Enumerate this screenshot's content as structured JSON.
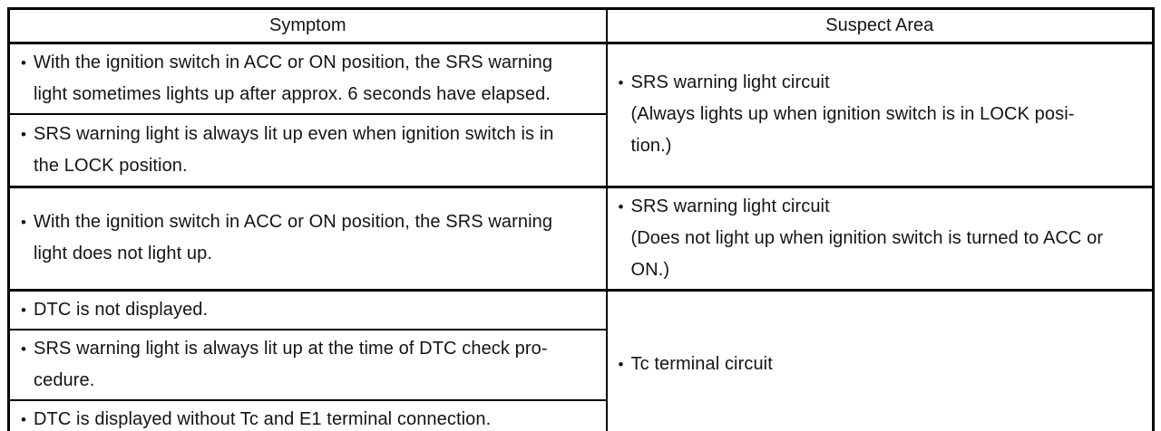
{
  "table": {
    "bullet": "•",
    "headers": {
      "symptom": "Symptom",
      "suspect_area": "Suspect Area"
    },
    "groups": [
      {
        "symptoms": [
          "With the ignition switch in ACC or ON position, the SRS warning\nlight sometimes lights up after approx. 6 seconds have elapsed.",
          "SRS warning light is always lit up even when ignition switch is in\nthe LOCK position."
        ],
        "suspect": "SRS warning light circuit\n(Always lights up when ignition switch is in LOCK posi-\ntion.)"
      },
      {
        "symptoms": [
          "With the ignition switch in ACC or ON position, the SRS warning\nlight does not light up."
        ],
        "suspect": "SRS warning light circuit\n(Does not light up when ignition switch is turned to ACC or\nON.)"
      },
      {
        "symptoms": [
          "DTC is not displayed.",
          "SRS warning light is always lit up at the time of DTC check pro-\ncedure.",
          "DTC is displayed without Tc and E1 terminal connection."
        ],
        "suspect": "Tc terminal circuit"
      }
    ]
  }
}
